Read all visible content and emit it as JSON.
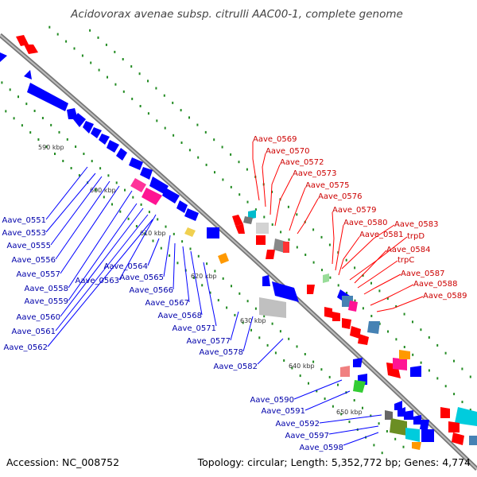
{
  "title": "Acidovorax avenae subsp. citrulli AAC00-1, complete genome",
  "footer": {
    "accession": "Accession: NC_008752",
    "topology": "Topology: circular; Length: 5,352,772 bp; Genes: 4,774"
  },
  "colors": {
    "forward": "#ff0000",
    "reverse": "#0000ff",
    "backbone": "#999999",
    "dots": "#228b22"
  },
  "kbp_markers": [
    {
      "label": "590 kbp"
    },
    {
      "label": "600 kbp"
    },
    {
      "label": "610 kbp"
    },
    {
      "label": "620 kbp"
    },
    {
      "label": "630 kbp"
    },
    {
      "label": "640 kbp"
    },
    {
      "label": "650 kbp"
    }
  ],
  "forward_labels": [
    "Aave_0569",
    "Aave_0570",
    "Aave_0572",
    "Aave_0573",
    "Aave_0575",
    "Aave_0576",
    "Aave_0579",
    "Aave_0580",
    "Aave_0583",
    "Aave_0581",
    "trpD",
    "Aave_0584",
    "trpC",
    "Aave_0587",
    "Aave_0588",
    "Aave_0589"
  ],
  "reverse_labels": [
    "Aave_0551",
    "Aave_0553",
    "Aave_0555",
    "Aave_0556",
    "Aave_0557",
    "Aave_0558",
    "Aave_0563",
    "Aave_0564",
    "Aave_0559",
    "Aave_0565",
    "Aave_0560",
    "Aave_0566",
    "Aave_0567",
    "Aave_0561",
    "Aave_0568",
    "Aave_0562",
    "Aave_0571",
    "Aave_0577",
    "Aave_0578",
    "Aave_0582",
    "Aave_0590",
    "Aave_0591",
    "Aave_0592",
    "Aave_0597",
    "Aave_0598"
  ]
}
